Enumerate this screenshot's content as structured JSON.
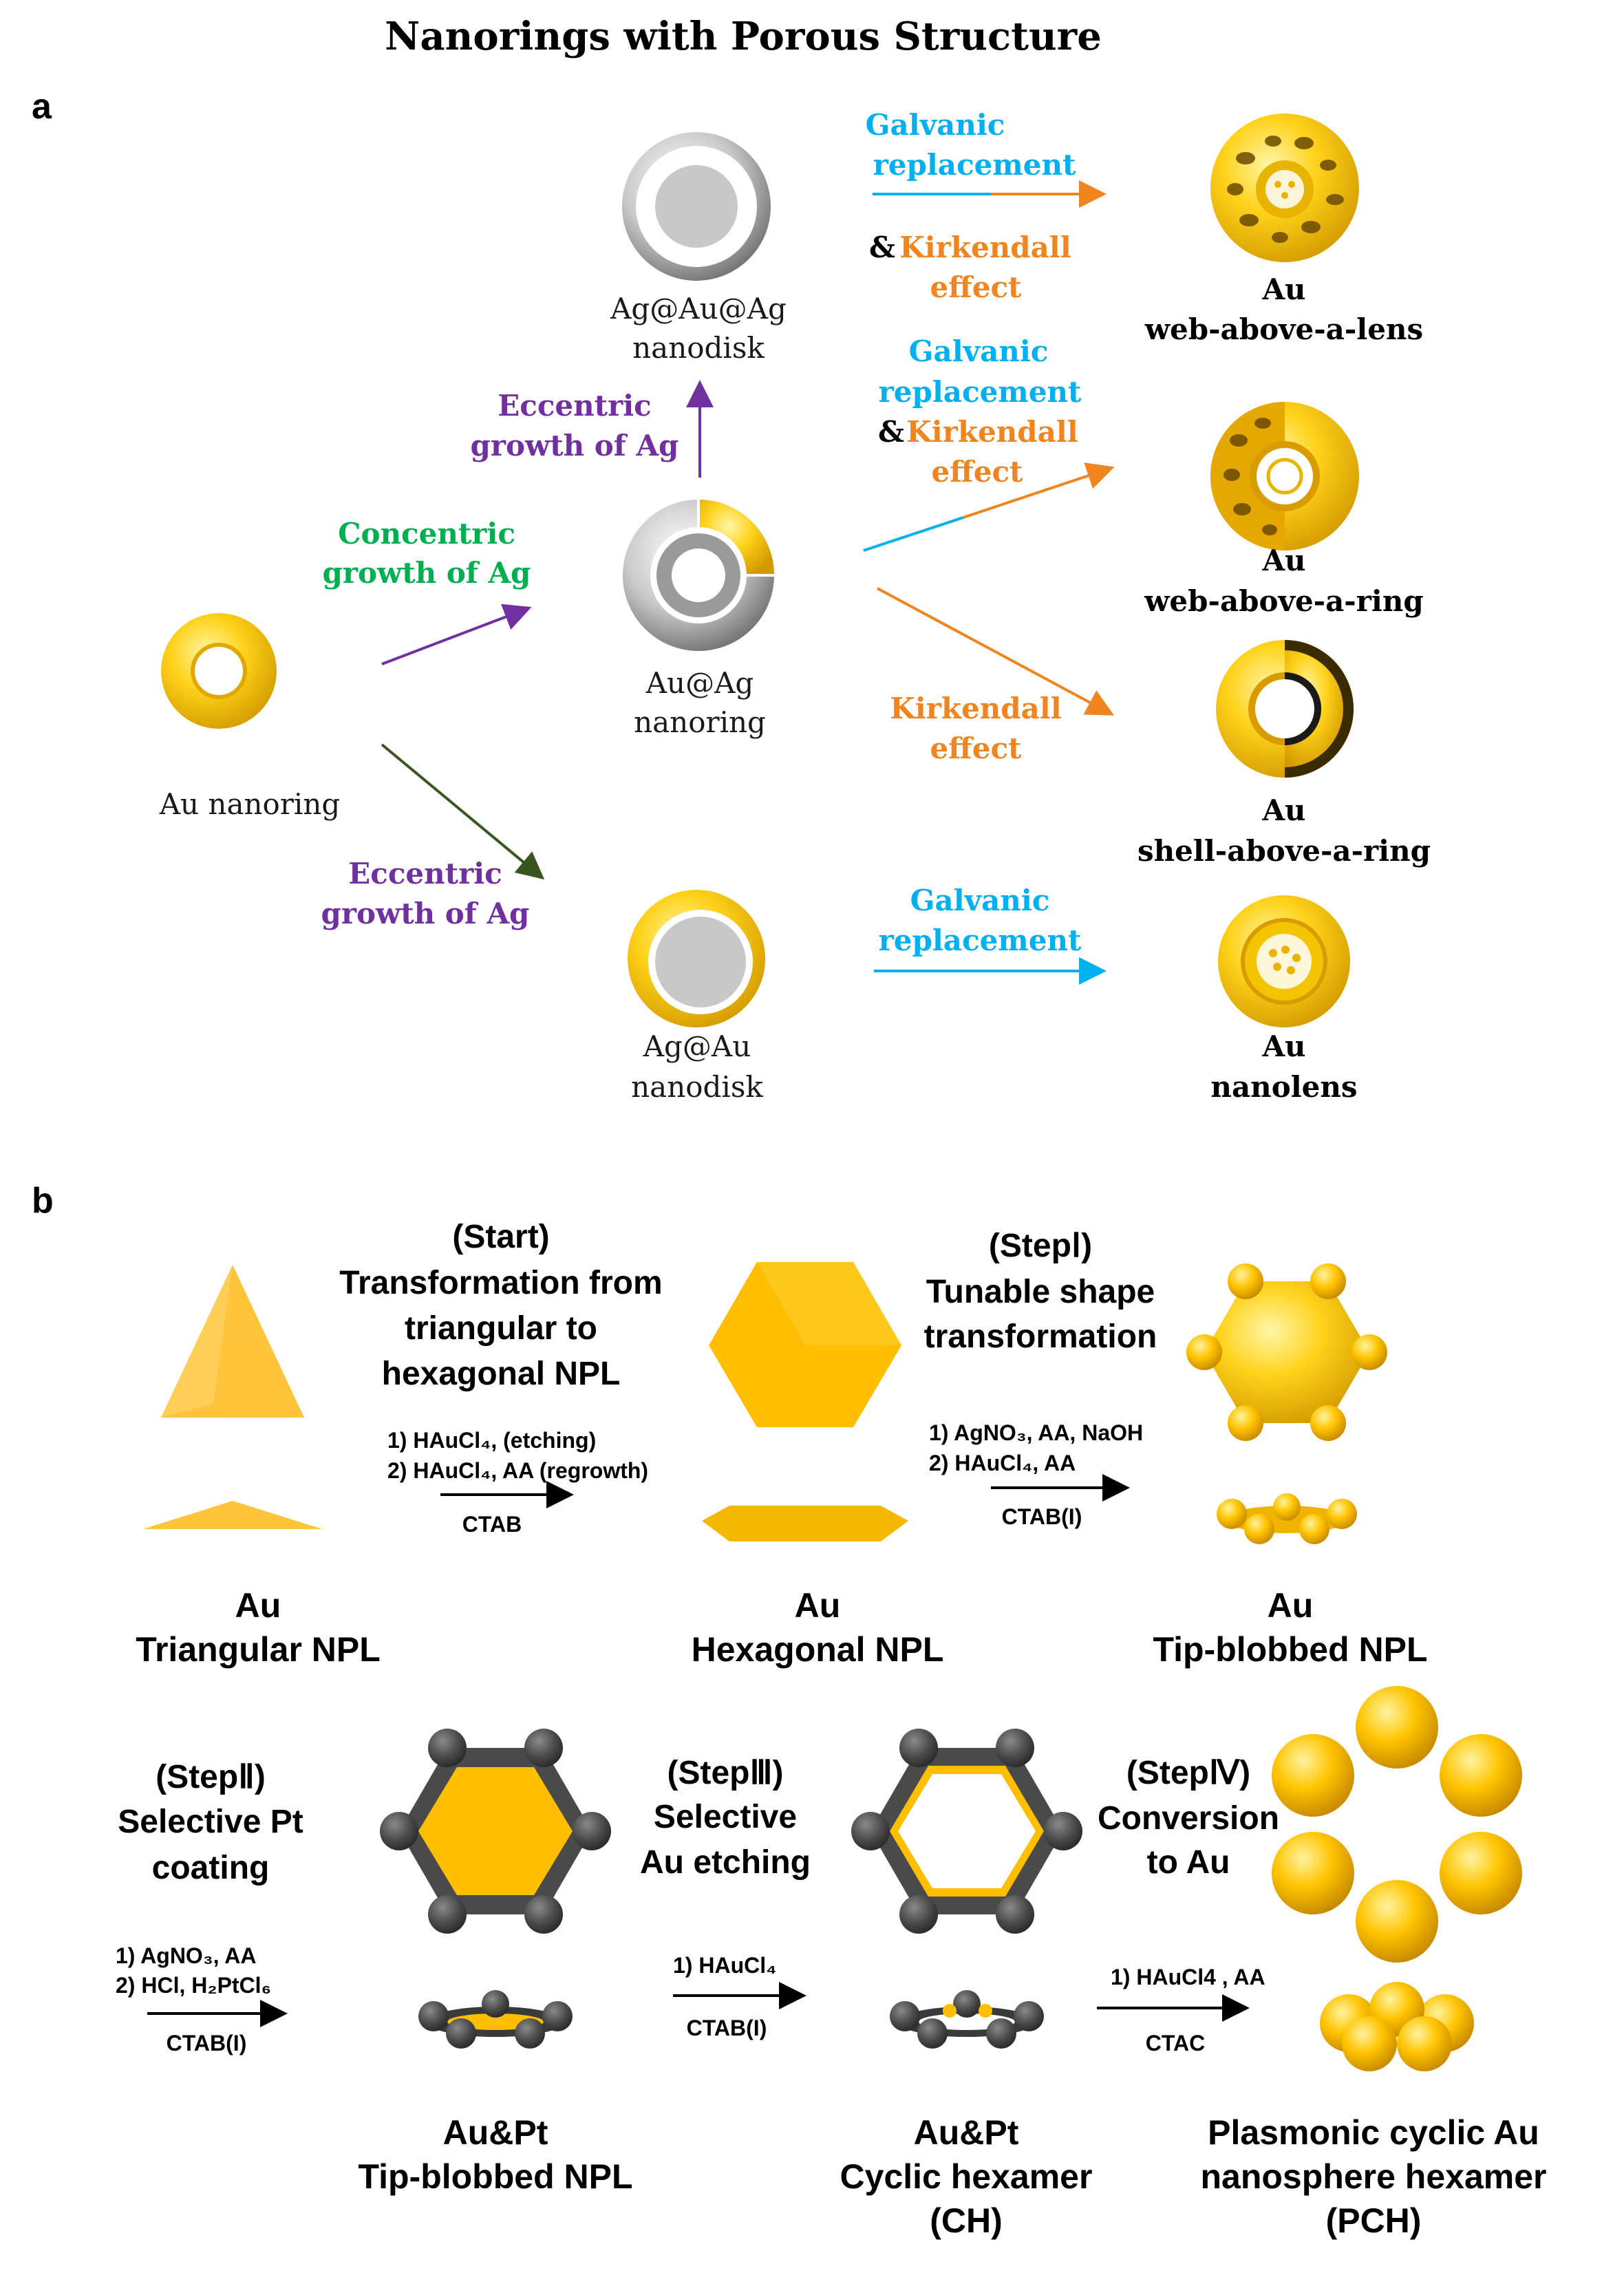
{
  "title": "Nanorings with Porous Structure",
  "colors": {
    "purple": "#7030a0",
    "green": "#00b050",
    "cyan": "#00b0f0",
    "orange": "#f0841e",
    "darkgreen": "#38561e",
    "gold": "#ffc000",
    "silver": "#a6a6a6",
    "platinum": "#505050"
  },
  "panel_a": {
    "label": "a",
    "nodes": {
      "au_nanoring": "Au nanoring",
      "agauag_l1": "Ag@Au@Ag",
      "agauag_l2": "nanodisk",
      "auag_l1": "Au@Ag",
      "auag_l2": "nanoring",
      "agau_l1": "Ag@Au",
      "agau_l2": "nanodisk",
      "lens_l1": "Au",
      "lens_l2": "web-above-a-lens",
      "wring_l1": "Au",
      "wring_l2": "web-above-a-ring",
      "shell_l1": "Au",
      "shell_l2": "shell-above-a-ring",
      "nanolens_l1": "Au",
      "nanolens_l2": "nanolens"
    },
    "labels": {
      "concentric_l1": "Concentric",
      "concentric_l2": "growth of Ag",
      "ecc_up_l1": "Eccentric",
      "ecc_up_l2": "growth of Ag",
      "ecc_down_l1": "Eccentric",
      "ecc_down_l2": "growth of Ag",
      "gr1_l1": "Galvanic",
      "gr1_l2": "replacement",
      "amp1": "&",
      "kirk1_l1": "Kirkendall",
      "kirk1_l2": "effect",
      "gr2_l1": "Galvanic",
      "gr2_l2": "replacement",
      "amp2": "&",
      "kirk2_l1": "Kirkendall",
      "kirk2_l2": "effect",
      "kirk3_l1": "Kirkendall",
      "kirk3_l2": "effect",
      "gr4_l1": "Galvanic",
      "gr4_l2": "replacement"
    }
  },
  "panel_b": {
    "label": "b",
    "steps": {
      "start_l1": "(Start)",
      "start_l2": "Transformation from",
      "start_l3": "triangular to",
      "start_l4": "hexagonal NPL",
      "s1_l1": "(StepⅠ)",
      "s1_l2": "Tunable shape",
      "s1_l3": "transformation",
      "s2_l1": "(StepⅡ)",
      "s2_l2": "Selective Pt",
      "s2_l3": "coating",
      "s3_l1": "(StepⅢ)",
      "s3_l2": "Selective",
      "s3_l3": "Au etching",
      "s4_l1": "(StepⅣ)",
      "s4_l2": "Conversion",
      "s4_l3": "to Au"
    },
    "reagents": {
      "r1_l1": "1) HAuCl₄, (etching)",
      "r1_l2": "2) HAuCl₄, AA  (regrowth)",
      "r1_below": "CTAB",
      "r2_l1": "1) AgNO₃, AA, NaOH",
      "r2_l2": "2) HAuCl₄, AA",
      "r2_below": "CTAB(I)",
      "r3_l1": "1) AgNO₃, AA",
      "r3_l2": "2) HCl, H₂PtCl₆",
      "r3_below": "CTAB(I)",
      "r4_l1": "1) HAuCl₄",
      "r4_below": "CTAB(I)",
      "r5_l1": "1) HAuCl4 , AA",
      "r5_below": "CTAC"
    },
    "products": {
      "tri_l1": "Au",
      "tri_l2": "Triangular NPL",
      "hex_l1": "Au",
      "hex_l2": "Hexagonal NPL",
      "tip_l1": "Au",
      "tip_l2": "Tip-blobbed NPL",
      "aupt_l1": "Au&Pt",
      "aupt_l2": "Tip-blobbed NPL",
      "ch_l1": "Au&Pt",
      "ch_l2": "Cyclic hexamer",
      "ch_l3": "(CH)",
      "pch_l1": "Plasmonic cyclic Au",
      "pch_l2": "nanosphere hexamer",
      "pch_l3": "(PCH)"
    }
  }
}
